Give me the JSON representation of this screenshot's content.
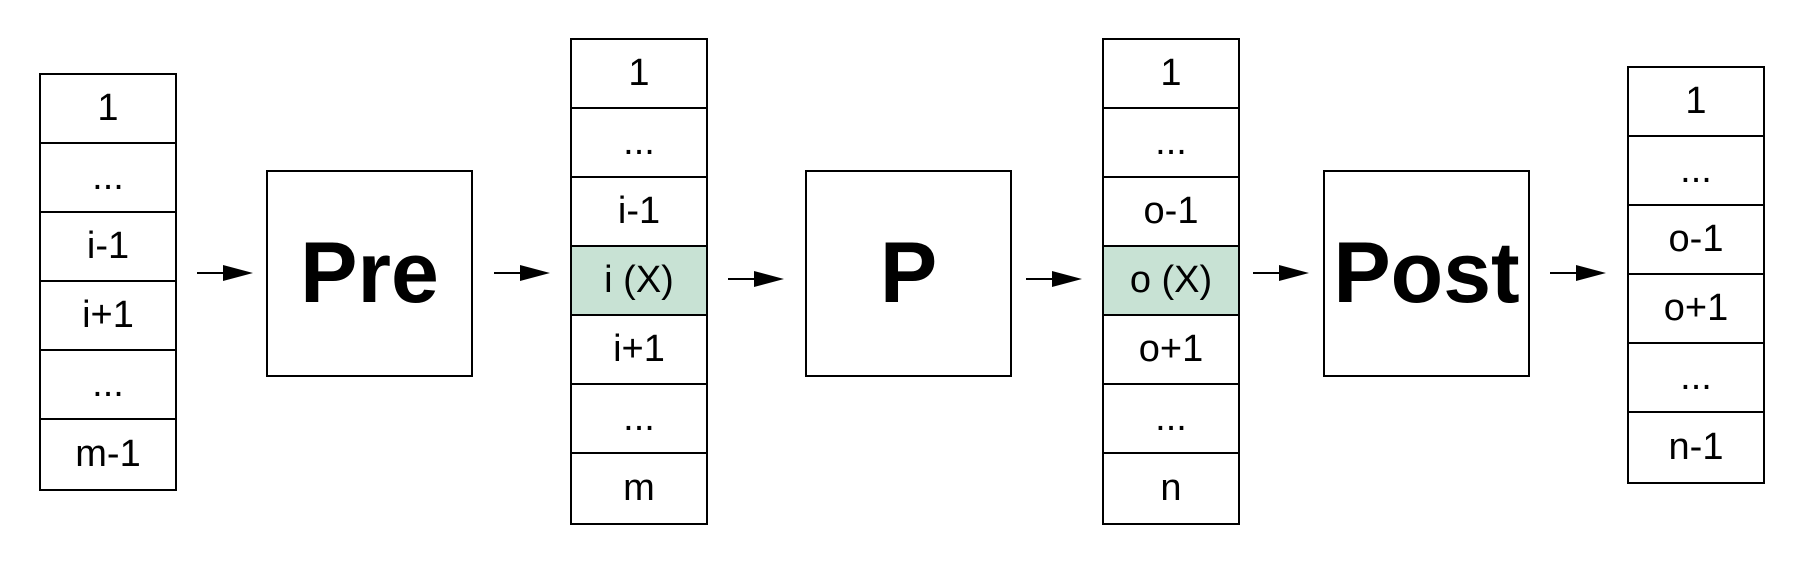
{
  "stacks": [
    {
      "cells": [
        "1",
        "...",
        "i-1",
        "i+1",
        "...",
        "m-1"
      ],
      "highlight": -1
    },
    {
      "cells": [
        "1",
        "...",
        "i-1",
        "i (X)",
        "i+1",
        "...",
        "m"
      ],
      "highlight": 3
    },
    {
      "cells": [
        "1",
        "...",
        "o-1",
        "o (X)",
        "o+1",
        "...",
        "n"
      ],
      "highlight": 3
    },
    {
      "cells": [
        "1",
        "...",
        "o-1",
        "o+1",
        "...",
        "n-1"
      ],
      "highlight": -1
    }
  ],
  "processes": {
    "pre": "Pre",
    "p": "P",
    "post": "Post"
  },
  "colors": {
    "highlight": "#c8e2d4"
  }
}
